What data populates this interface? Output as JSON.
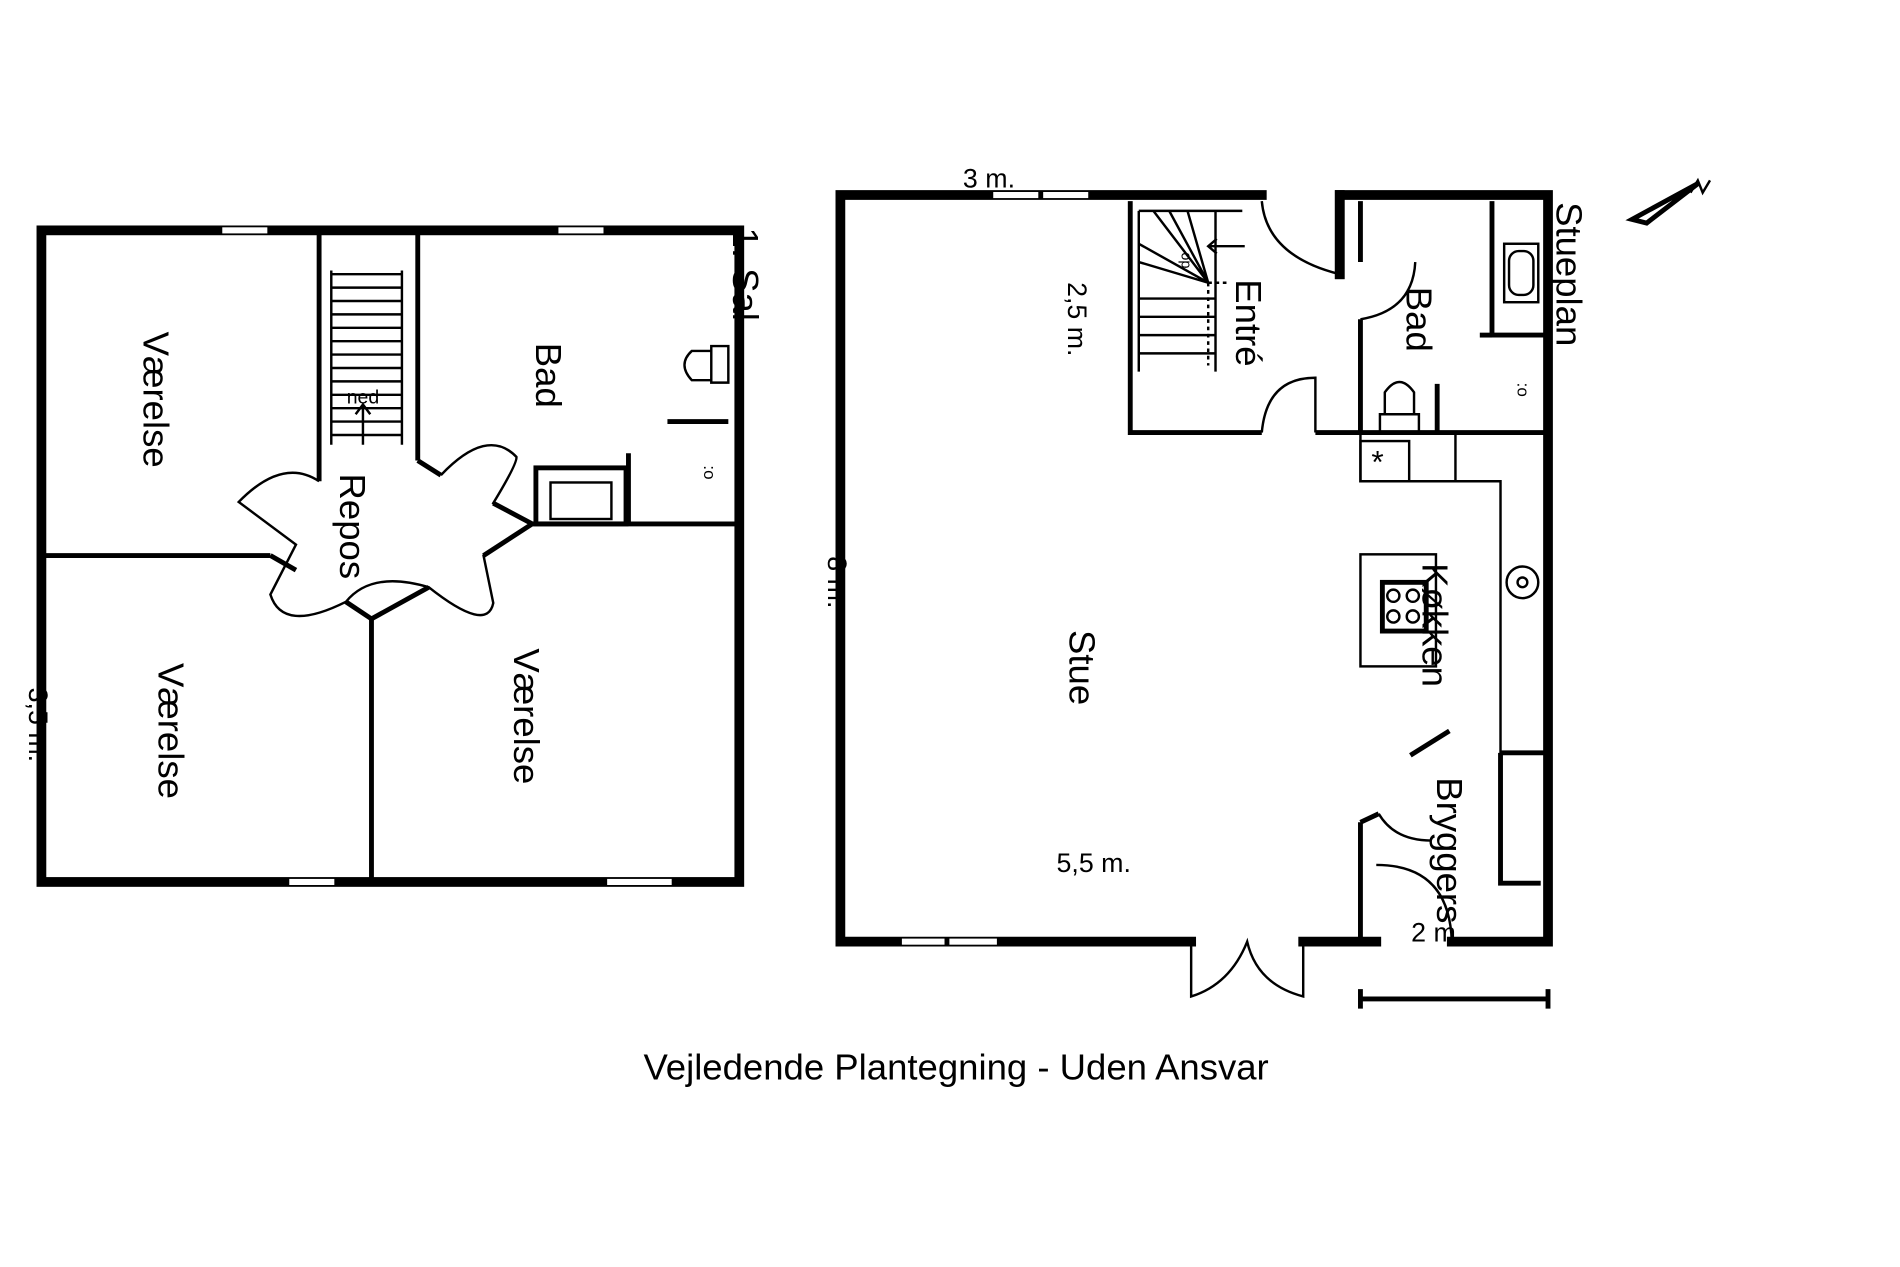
{
  "upper_floor": {
    "title": "1. Sal",
    "rooms": [
      "Værelse",
      "Værelse",
      "Værelse",
      "Bad",
      "Repos"
    ],
    "stair_label": "ned",
    "dimension": "3,5 m."
  },
  "ground_floor": {
    "title": "Stueplan",
    "rooms": [
      "Stue",
      "Entré",
      "Bad",
      "Køkken",
      "Bryggers"
    ],
    "dimensions": [
      "3 m.",
      "2,5 m.",
      "8 m.",
      "5,5 m.",
      "2 m."
    ]
  },
  "footer": {
    "caption": "Vejledende Plantegning - Uden Ansvar"
  },
  "compass": {
    "label": "N"
  }
}
